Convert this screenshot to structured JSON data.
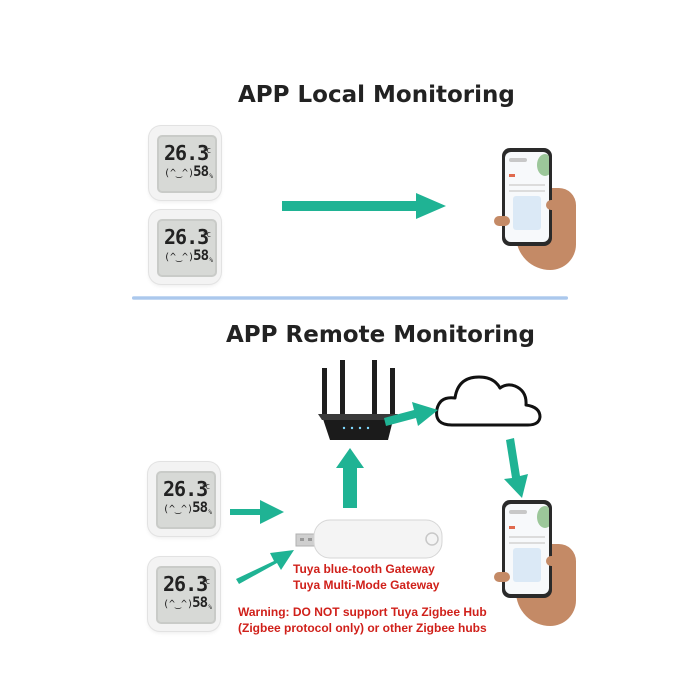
{
  "local": {
    "title": "APP Local  Monitoring"
  },
  "remote": {
    "title": "APP Remote Monitoring"
  },
  "thermometer": {
    "temperature": "26.3",
    "unit": "°C",
    "humidity": "58",
    "humidity_unit": "%",
    "face": "(^‿^)"
  },
  "gateway": {
    "line1": "Tuya blue-tooth Gateway",
    "line2": "Tuya Multi-Mode Gateway"
  },
  "warning": {
    "line1": "Warning: DO NOT support Tuya Zigbee Hub",
    "line2": "(Zigbee protocol only) or other Zigbee hubs"
  },
  "colors": {
    "arrow": "#1fb394",
    "warning_text": "#d0201a",
    "divider": "#9fc0ea"
  }
}
